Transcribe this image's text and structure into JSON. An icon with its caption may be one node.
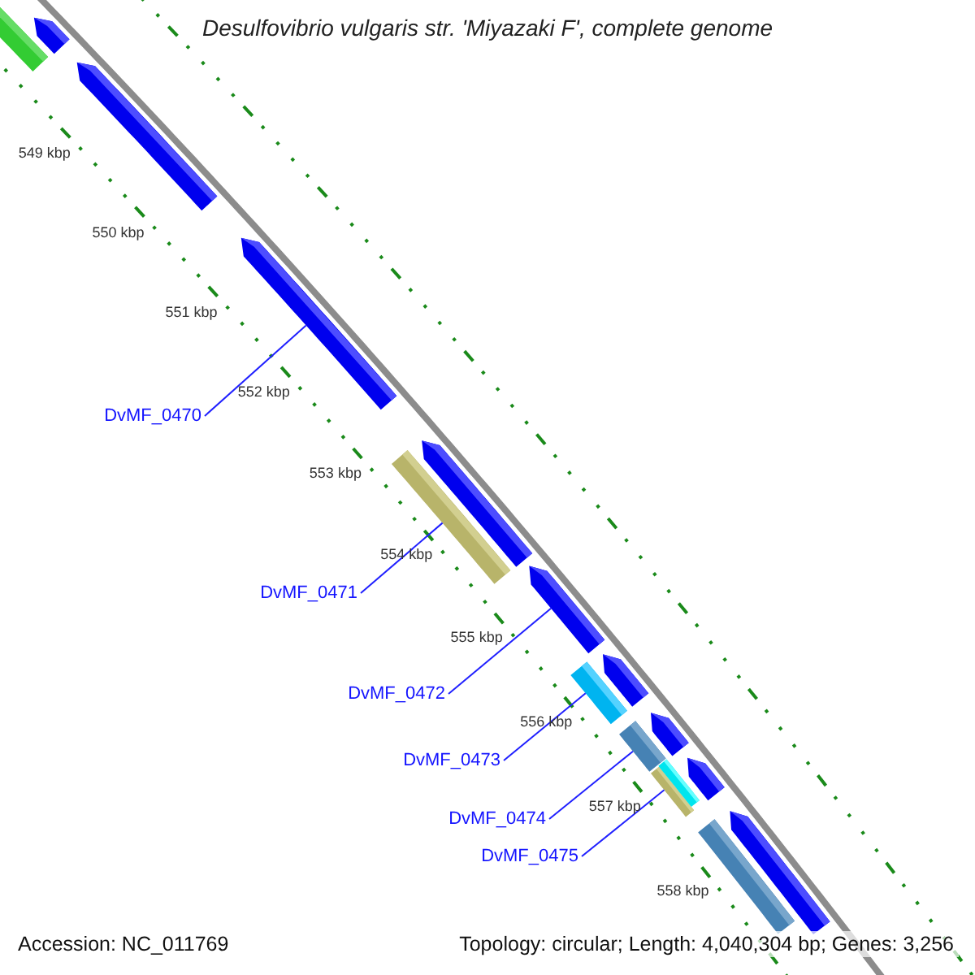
{
  "diagram": {
    "title": "Desulfovibrio vulgaris str. 'Miyazaki F', complete genome",
    "nodes": [
      {
        "text": [],
        "shape": "bar"
      },
      {
        "text": [],
        "shape": "pentagon"
      },
      {
        "text": [],
        "shape": "pentagon"
      },
      {
        "text": [],
        "shape": "pentagon"
      },
      {
        "text": [],
        "shape": "pentagon"
      },
      {
        "text": [],
        "shape": "bar"
      },
      {
        "text": [],
        "shape": "pentagon"
      },
      {
        "text": [],
        "shape": "bar"
      },
      {
        "text": [],
        "shape": "pentagon"
      },
      {
        "text": [],
        "shape": "bar"
      },
      {
        "text": [],
        "shape": "pentagon"
      },
      {
        "text": [],
        "shape": "bar"
      },
      {
        "text": [],
        "shape": "bar"
      },
      {
        "text": [],
        "shape": "pentagon"
      },
      {
        "text": [],
        "shape": "pentagon"
      },
      {
        "text": [],
        "shape": "bar"
      },
      {
        "text": [
          "DvMF_0470"
        ]
      },
      {
        "text": [
          "DvMF_0471"
        ]
      },
      {
        "text": [
          "DvMF_0472"
        ]
      },
      {
        "text": [
          "DvMF_0473"
        ]
      },
      {
        "text": [
          "DvMF_0474"
        ]
      },
      {
        "text": [
          "DvMF_0475"
        ]
      }
    ],
    "edges": [
      {
        "from": 16,
        "to": 3,
        "arrow": "none"
      },
      {
        "from": 17,
        "to": 5,
        "arrow": "none"
      },
      {
        "from": 18,
        "to": 6,
        "arrow": "none"
      },
      {
        "from": 19,
        "to": 7,
        "arrow": "none"
      },
      {
        "from": 20,
        "to": 9,
        "arrow": "none"
      },
      {
        "from": 21,
        "to": 11,
        "arrow": "none"
      }
    ],
    "labels": [
      "549 kbp",
      "550 kbp",
      "551 kbp",
      "552 kbp",
      "553 kbp",
      "554 kbp",
      "555 kbp",
      "556 kbp",
      "557 kbp",
      "558 kbp",
      "Accession: NC_011769",
      "Topology: circular; Length: 4,040,304 bp; Genes: 3,256"
    ]
  }
}
